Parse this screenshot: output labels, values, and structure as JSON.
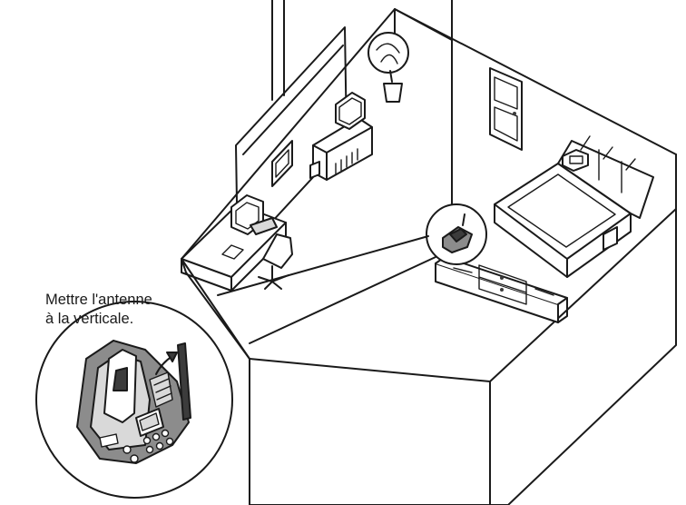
{
  "caption": {
    "line1": "Mettre l'antenne",
    "line2": "à la verticale."
  },
  "colors": {
    "line": "#1a1a1a",
    "background": "#ffffff",
    "shade": "#d9d9d9",
    "dark": "#8c8c8c"
  },
  "icons": [
    "room-isometric",
    "cordless-phone-base",
    "magnifier-circle",
    "antenna-arrow"
  ]
}
